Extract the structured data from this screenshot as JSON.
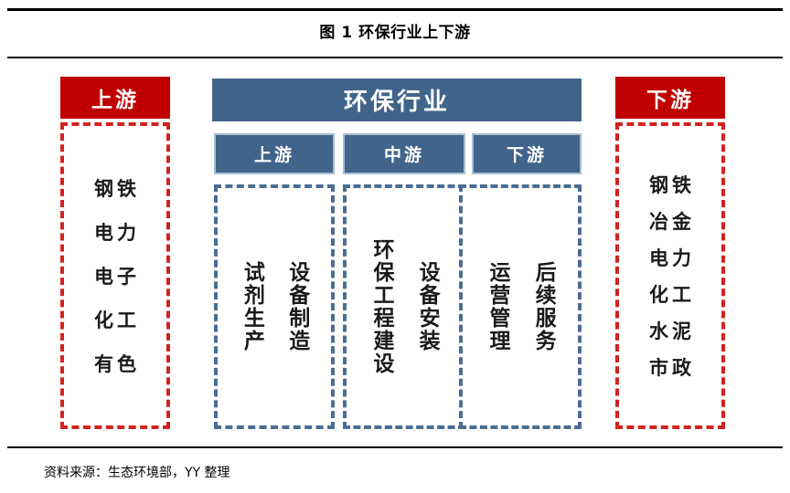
{
  "figure": {
    "title": "图 1 环保行业上下游",
    "source": "资料来源：生态环境部，YY 整理"
  },
  "colors": {
    "red_header": "#C00000",
    "red_dash": "#D1231F",
    "blue_header": "#41648A",
    "blue_dash": "#4A6E93",
    "blue_sub_border": "#A9BED2",
    "rule": "#000000",
    "text": "#1a1a1a"
  },
  "upstream_panel": {
    "header": "上游",
    "items": [
      "钢铁",
      "电力",
      "电子",
      "化工",
      "有色"
    ]
  },
  "industry_panel": {
    "header": "环保行业",
    "segments": [
      {
        "header": "上游",
        "items": [
          "试剂生产",
          "设备制造"
        ]
      },
      {
        "header": "中游",
        "items": [
          "环保工程建设",
          "设备安装"
        ]
      },
      {
        "header": "下游",
        "items": [
          "运营管理",
          "后续服务"
        ]
      }
    ]
  },
  "downstream_panel": {
    "header": "下游",
    "items": [
      "钢铁",
      "冶金",
      "电力",
      "化工",
      "水泥",
      "市政"
    ]
  }
}
